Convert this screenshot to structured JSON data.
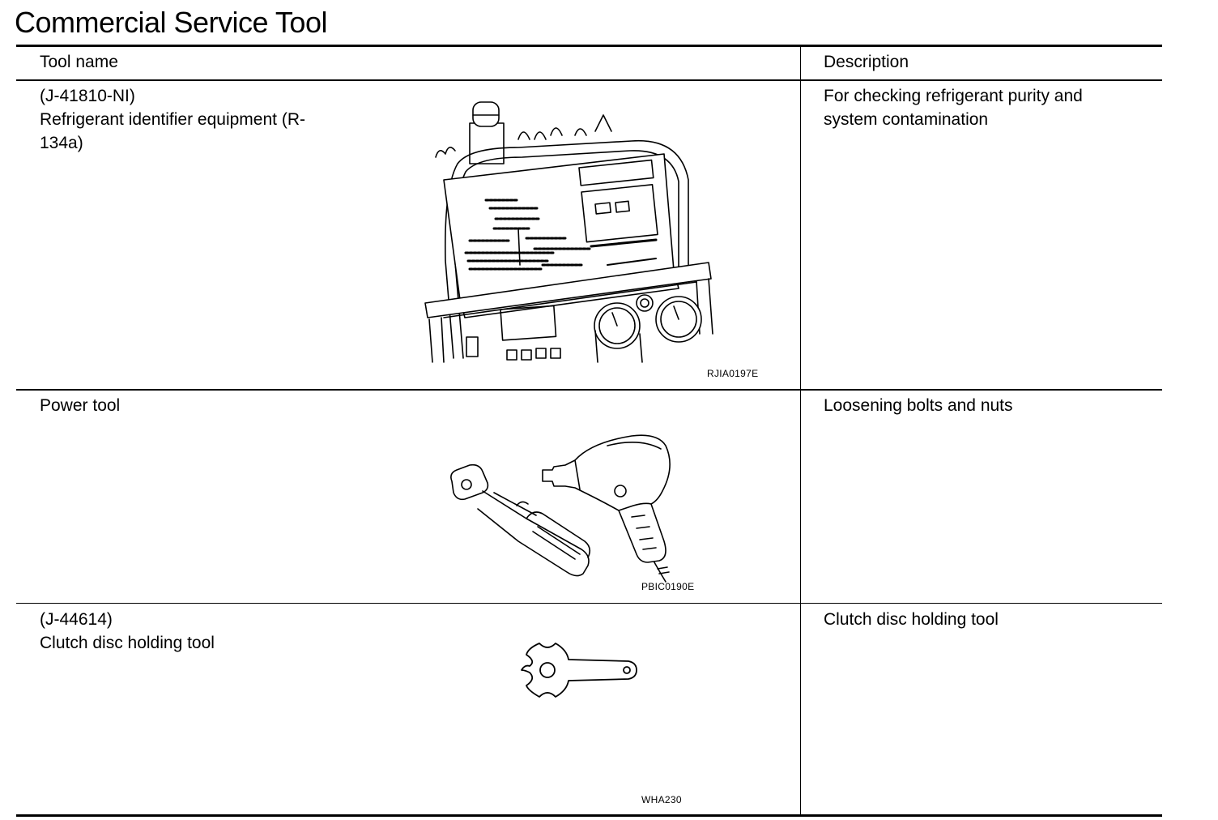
{
  "page": {
    "title": "Commercial Service Tool"
  },
  "table": {
    "headers": {
      "tool_name": "Tool name",
      "description": "Description"
    },
    "rows": [
      {
        "name_lines": [
          "(J-41810-NI)",
          "Refrigerant identifier equipment (R-",
          "134a)"
        ],
        "description_lines": [
          "For checking refrigerant purity and",
          "system contamination"
        ],
        "figure_code": "RJIA0197E",
        "figure_icon": "refrigerant-identifier-equipment"
      },
      {
        "name_lines": [
          "Power tool"
        ],
        "description_lines": [
          "Loosening bolts and nuts"
        ],
        "figure_code": "PBIC0190E",
        "figure_icon": "power-tools"
      },
      {
        "name_lines": [
          "(J-44614)",
          "Clutch disc holding tool"
        ],
        "description_lines": [
          "Clutch disc holding tool"
        ],
        "figure_code": "WHA230",
        "figure_icon": "clutch-disc-holding-tool"
      }
    ]
  }
}
